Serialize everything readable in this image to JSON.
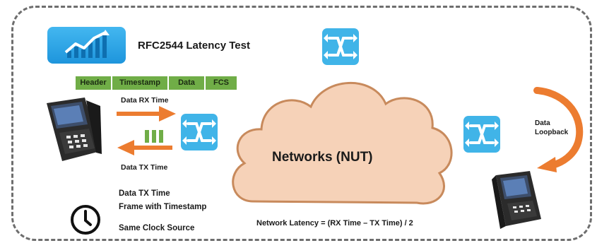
{
  "title": "RFC2544 Latency Test",
  "frame_fields": [
    "Header",
    "Timestamp",
    "Data",
    "FCS"
  ],
  "labels": {
    "data_rx_time": "Data RX Time",
    "data_tx_time": "Data TX Time",
    "cloud": "Networks  (NUT)",
    "loopback_line1": "Data",
    "loopback_line2": "Loopback",
    "formula": "Network Latency =  (RX Time – TX Time) / 2",
    "note_line1": "Data TX Time",
    "note_line2": "Frame with Timestamp",
    "clock_source": "Same Clock Source"
  },
  "icons": {
    "chart": "trend-chart-icon",
    "switch": "network-switch-icon",
    "clock": "clock-icon",
    "tester": "handheld-tester-icon"
  },
  "colors": {
    "switch_blue": "#40b4e8",
    "field_green": "#70ad47",
    "arrow_orange": "#ec7c30",
    "cloud_fill": "#f6d2b8",
    "cloud_stroke": "#c88a5c"
  }
}
